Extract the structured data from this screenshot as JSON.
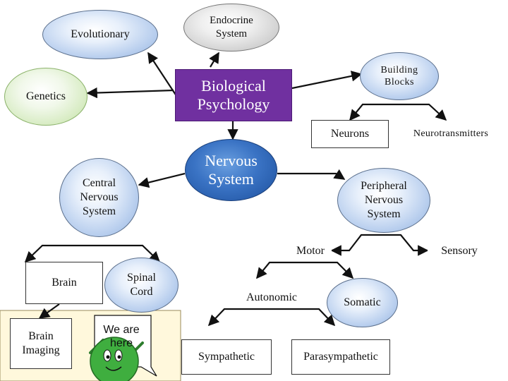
{
  "nodes": {
    "evolutionary": "Evolutionary",
    "endocrine": "Endocrine\nSystem",
    "genetics": "Genetics",
    "biological_psychology": "Biological\nPsychology",
    "building_blocks": "Building\nBlocks",
    "neurons": "Neurons",
    "neurotransmitters": "Neurotransmitters",
    "nervous_system": "Nervous\nSystem",
    "central_nervous_system": "Central\nNervous\nSystem",
    "peripheral_nervous_system": "Peripheral\nNervous\nSystem",
    "motor": "Motor",
    "sensory": "Sensory",
    "brain": "Brain",
    "spinal_cord": "Spinal\nCord",
    "autonomic": "Autonomic",
    "somatic": "Somatic",
    "brain_imaging": "Brain\nImaging",
    "sympathetic": "Sympathetic",
    "parasympathetic": "Parasympathetic"
  },
  "callout": {
    "text": "We are\nhere"
  },
  "colors": {
    "light_blue": "#bcd1ef",
    "light_green": "#d8ecc4",
    "gray": "#cfcfcf",
    "dark_blue": "#2a62b3",
    "purple": "#7030a0",
    "tan_panel": "#fff8dc",
    "mascot_green": "#3fae3f"
  }
}
